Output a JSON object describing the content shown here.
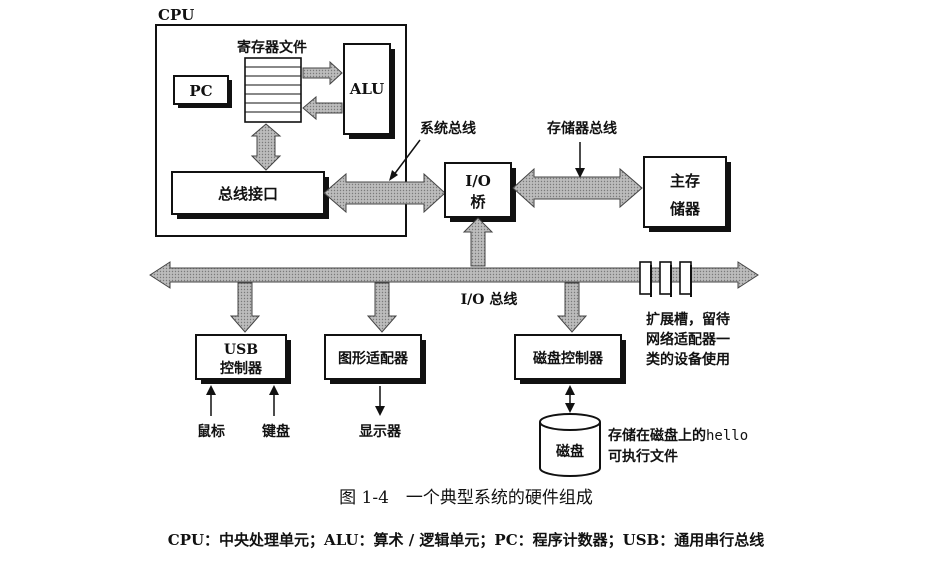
{
  "cpu": {
    "label": "CPU",
    "register_file": "寄存器文件",
    "pc": "PC",
    "alu": "ALU",
    "bus_interface": "总线接口"
  },
  "system_bus": "系统总线",
  "memory_bus": "存储器总线",
  "io_bridge": {
    "line1": "I/O",
    "line2": "桥"
  },
  "main_memory": {
    "line1": "主存",
    "line2": "储器"
  },
  "io_bus": "I/O 总线",
  "expansion": {
    "line1": "扩展槽，留待",
    "line2": "网络适配器一",
    "line3": "类的设备使用"
  },
  "usb": {
    "line1": "USB",
    "line2": "控制器"
  },
  "graphics": "图形适配器",
  "disk_controller": "磁盘控制器",
  "mouse": "鼠标",
  "keyboard": "键盘",
  "display": "显示器",
  "disk": "磁盘",
  "disk_note": {
    "line1_prefix": "存储在磁盘上的",
    "line1_code": "hello",
    "line2": "可执行文件"
  },
  "caption": "图 1-4　一个典型系统的硬件组成",
  "legend": "CPU：中央处理单元；ALU：算术 / 逻辑单元；PC：程序计数器；USB：通用串行总线"
}
